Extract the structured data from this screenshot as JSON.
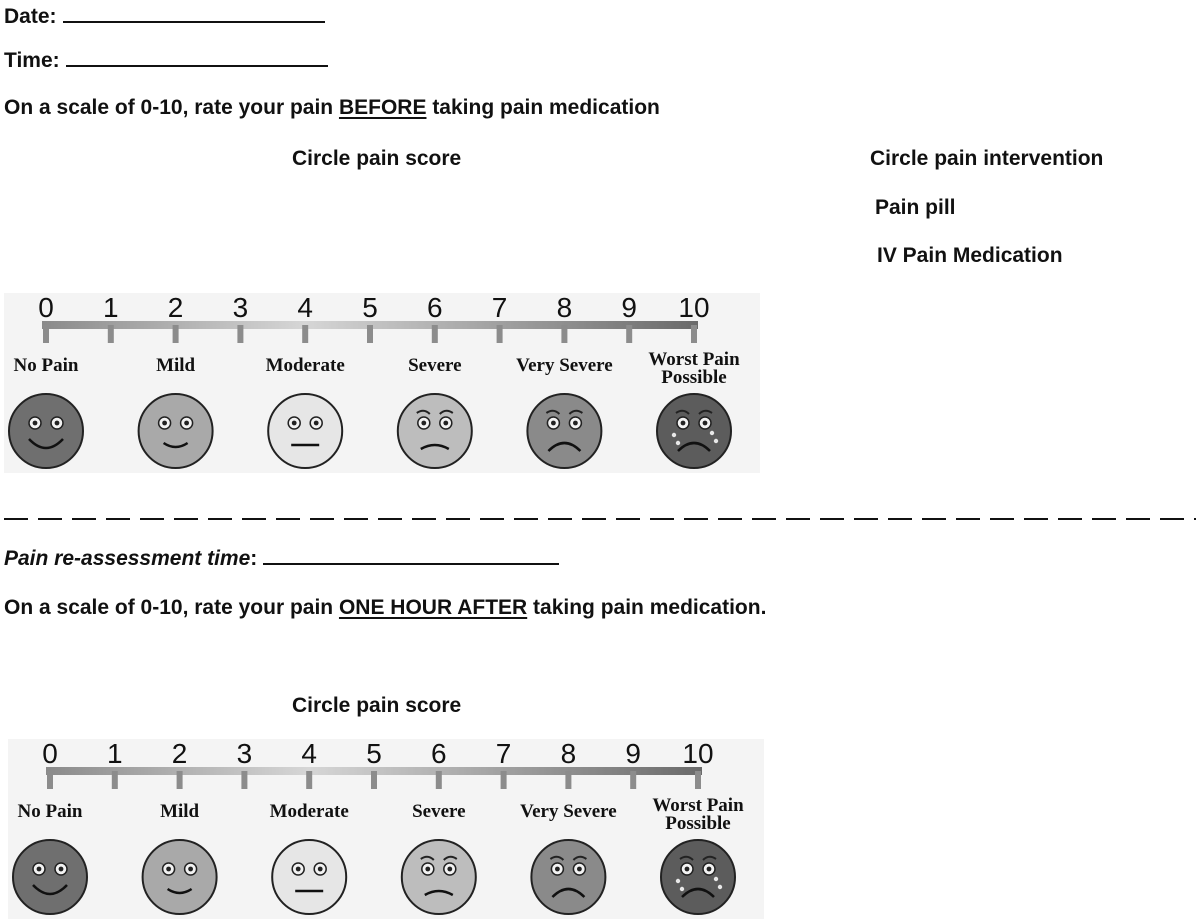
{
  "form": {
    "date_label": "Date:",
    "time_label": "Time:",
    "before_prefix": "On a scale of 0-10, rate your pain ",
    "before_emphasis": "BEFORE",
    "before_suffix": " taking pain medication",
    "circle_score_label": "Circle pain score",
    "intervention_heading": "Circle pain intervention",
    "interventions": [
      "Pain pill",
      "IV Pain Medication"
    ],
    "reassess_label": "Pain re-assessment time",
    "reassess_colon": ":",
    "after_prefix": "On a scale of 0-10, rate your pain ",
    "after_emphasis": "ONE HOUR AFTER",
    "after_suffix": " taking pain medication.",
    "circle_score_label_2": "Circle pain score"
  },
  "scale": {
    "numbers": [
      "0",
      "1",
      "2",
      "3",
      "4",
      "5",
      "6",
      "7",
      "8",
      "9",
      "10"
    ],
    "faces": [
      {
        "label": "No Pain",
        "label2": "",
        "icon": "smiling-face-icon",
        "fill": "#6f6f6f",
        "mood": "happy"
      },
      {
        "label": "Mild",
        "label2": "",
        "icon": "slight-smile-face-icon",
        "fill": "#a9a9a9",
        "mood": "smile"
      },
      {
        "label": "Moderate",
        "label2": "",
        "icon": "neutral-face-icon",
        "fill": "#e6e6e6",
        "mood": "neutral"
      },
      {
        "label": "Severe",
        "label2": "",
        "icon": "frowning-face-icon",
        "fill": "#bdbdbd",
        "mood": "frown"
      },
      {
        "label": "Very Severe",
        "label2": "",
        "icon": "sad-face-icon",
        "fill": "#8a8a8a",
        "mood": "sad"
      },
      {
        "label": "Worst Pain",
        "label2": "Possible",
        "icon": "crying-face-icon",
        "fill": "#5c5c5c",
        "mood": "cry"
      }
    ]
  }
}
